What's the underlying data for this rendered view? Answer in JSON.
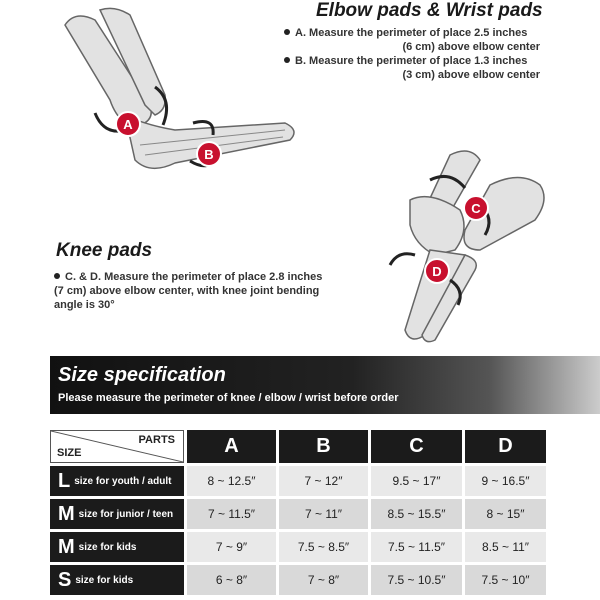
{
  "elbow_section": {
    "title": "Elbow pads & Wrist pads",
    "note_a_line1": "A.  Measure the perimeter of place 2.5 inches",
    "note_a_line2": "(6 cm) above elbow center",
    "note_b_line1": "B.  Measure the perimeter of place 1.3 inches",
    "note_b_line2": "(3 cm) above elbow center",
    "marker_a": "A",
    "marker_b": "B"
  },
  "knee_section": {
    "title": "Knee pads",
    "note_line1": "C. & D.  Measure the perimeter of place 2.8 inches",
    "note_line2": "(7 cm) above elbow center, with knee joint bending",
    "note_line3": "angle is 30°",
    "marker_c": "C",
    "marker_d": "D"
  },
  "size_spec": {
    "title": "Size specification",
    "subtitle": "Please measure the perimeter of knee / elbow / wrist before order"
  },
  "table": {
    "corner_parts": "PARTS",
    "corner_size": "SIZE",
    "headers": [
      "A",
      "B",
      "C",
      "D"
    ],
    "rows": [
      {
        "size": "L",
        "desc": "size for youth / adult",
        "values": [
          "8 ~ 12.5″",
          "7 ~ 12″",
          "9.5 ~ 17″",
          "9 ~ 16.5″"
        ]
      },
      {
        "size": "M",
        "desc": "size for junior / teen",
        "values": [
          "7 ~ 11.5″",
          "7 ~ 11″",
          "8.5 ~ 15.5″",
          "8 ~ 15″"
        ]
      },
      {
        "size": "M",
        "desc": "size for kids",
        "values": [
          "7 ~ 9″",
          "7.5 ~ 8.5″",
          "7.5 ~ 11.5″",
          "8.5 ~ 11″"
        ]
      },
      {
        "size": "S",
        "desc": "size for kids",
        "values": [
          "6 ~ 8″",
          "7 ~ 8″",
          "7.5 ~ 10.5″",
          "7.5 ~ 10″"
        ]
      }
    ]
  },
  "colors": {
    "marker_red": "#c8102e",
    "dark": "#1b1b1b"
  }
}
